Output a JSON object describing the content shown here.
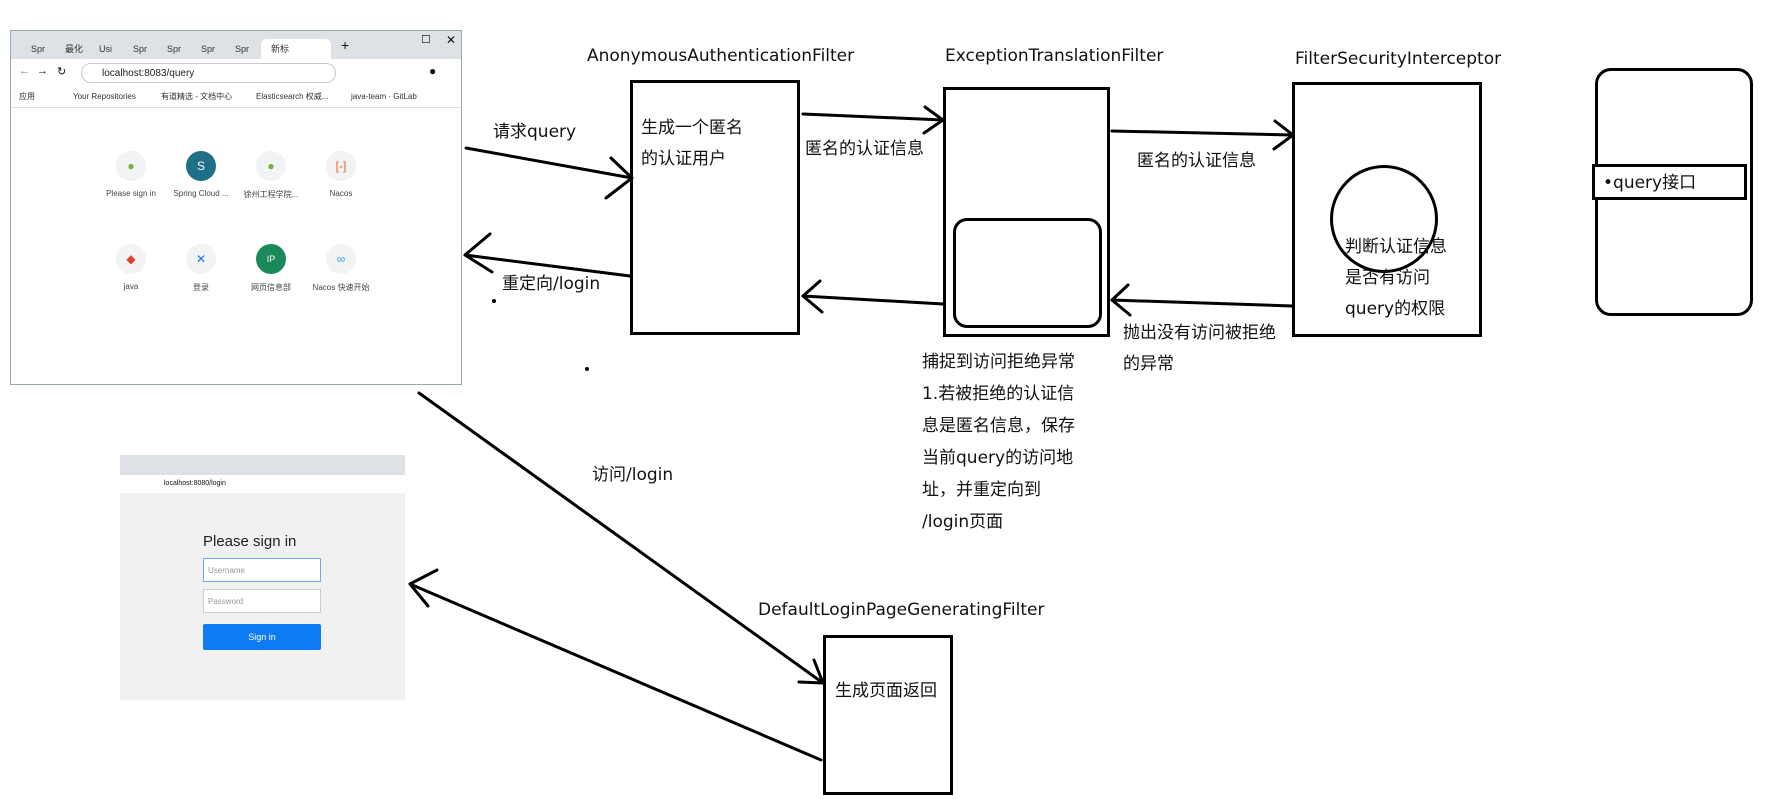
{
  "nodes": {
    "anonymous": {
      "title": "AnonymousAuthenticationFilter",
      "body": [
        "生成一个匿名",
        "的认证用户"
      ]
    },
    "exception": {
      "title": "ExceptionTranslationFilter"
    },
    "security": {
      "title": "FilterSecurityInterceptor",
      "body": [
        "判断认证信息",
        "是否有访问",
        "query的权限"
      ]
    },
    "query_api": {
      "body": "•query接口"
    },
    "default_login": {
      "title": "DefaultLoginPageGeneratingFilter",
      "body": "生成页面返回"
    }
  },
  "edges": {
    "request_query": "请求query",
    "redirect_login": "重定向/login",
    "anon_info_1": "匿名的认证信息",
    "anon_info_2": "匿名的认证信息",
    "throw_denied": [
      "抛出没有访问被拒绝",
      "的异常"
    ],
    "visit_login": "访问/login"
  },
  "notes": {
    "exception_handling": [
      "捕捉到访问拒绝异常",
      "1.若被拒绝的认证信",
      "息是匿名信息，保存",
      "当前query的访问地",
      "址，并重定向到",
      "/login页面"
    ]
  },
  "browser1": {
    "tabs": [
      "Spr",
      "最化",
      "Usi",
      "Spr",
      "Spr",
      "Spr",
      "Spr",
      "新标"
    ],
    "url": "localhost:8083/query",
    "bookmarks": [
      "应用",
      "Your Repositories",
      "有道精选 - 文档中心",
      "Elasticsearch 权威...",
      "java-team · GitLab"
    ],
    "tiles": [
      "Please sign in",
      "Spring Cloud ...",
      "徐州工程学院...",
      "Nacos",
      "java",
      "登录",
      "网页信息部",
      "Nacos 快速开始"
    ]
  },
  "browser2": {
    "url": "localhost:8080/login",
    "heading": "Please sign in",
    "username_placeholder": "Username",
    "password_placeholder": "Password",
    "button": "Sign in"
  }
}
